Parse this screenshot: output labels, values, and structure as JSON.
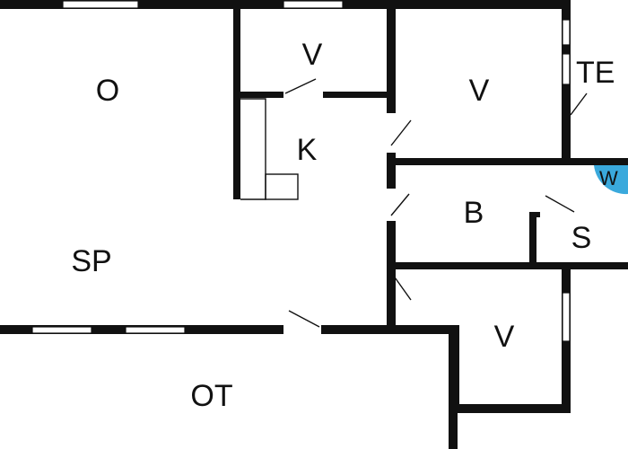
{
  "colors": {
    "wall": "#111111",
    "background": "#ffffff",
    "washer_fill": "#3aa9dc"
  },
  "rooms": {
    "living": "O",
    "bedroom_top": "V",
    "kitchen": "K",
    "bedroom_right_top": "V",
    "technical": "TE",
    "bathroom": "B",
    "sauna": "S",
    "washer": "W",
    "dining_area": "SP",
    "bedroom_bottom": "V",
    "terrace": "OT"
  }
}
